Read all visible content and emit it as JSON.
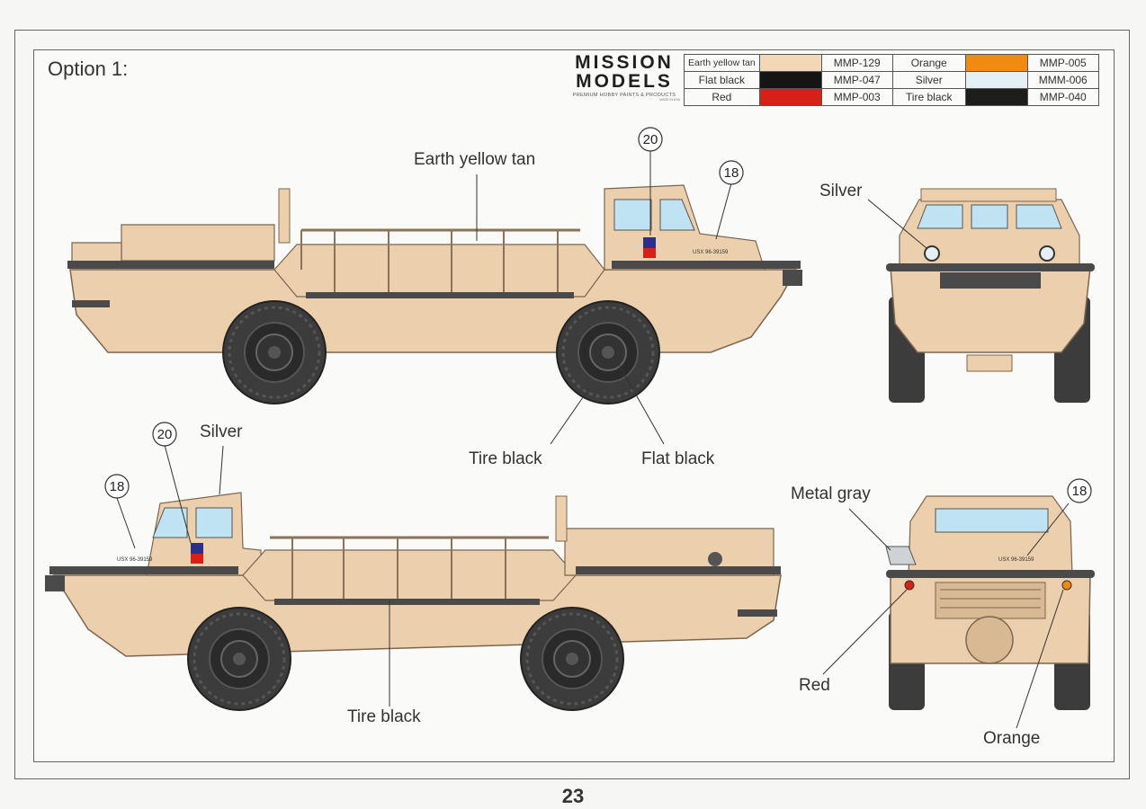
{
  "option_title": "Option 1:",
  "logo": {
    "line1": "MISSION",
    "line2": "MODELS",
    "tagline": "PREMIUM HOBBY PAINTS & PRODUCTS",
    "tag2": "MADE IN USA"
  },
  "paints": [
    {
      "name": "Earth yellow tan",
      "color": "#f2d8b6",
      "code": "MMP-129"
    },
    {
      "name": "Orange",
      "color": "#f08a10",
      "code": "MMP-005"
    },
    {
      "name": "Flat black",
      "color": "#151515",
      "code": "MMP-047"
    },
    {
      "name": "Silver",
      "color": "#e4f0f4",
      "code": "MMM-006"
    },
    {
      "name": "Red",
      "color": "#d72016",
      "code": "MMP-003"
    },
    {
      "name": "Tire black",
      "color": "#1d1d1b",
      "code": "MMP-040"
    }
  ],
  "colors": {
    "body": "#ecd0ad",
    "body_shade": "#d9b994",
    "line": "#7a6650",
    "tire": "#3c3c3c",
    "glass": "#bfe3f3"
  },
  "callouts": {
    "earth_yellow_tan": "Earth yellow tan",
    "tire_black_top": "Tire black",
    "flat_black": "Flat black",
    "silver_front": "Silver",
    "silver_side": "Silver",
    "tire_black_bottom": "Tire black",
    "metal_gray": "Metal gray",
    "red": "Red",
    "orange": "Orange"
  },
  "decals": {
    "d20_top": "20",
    "d18_top": "18",
    "d20_bottom": "20",
    "d18_bottom": "18",
    "d18_rear": "18"
  },
  "page_number": "23"
}
